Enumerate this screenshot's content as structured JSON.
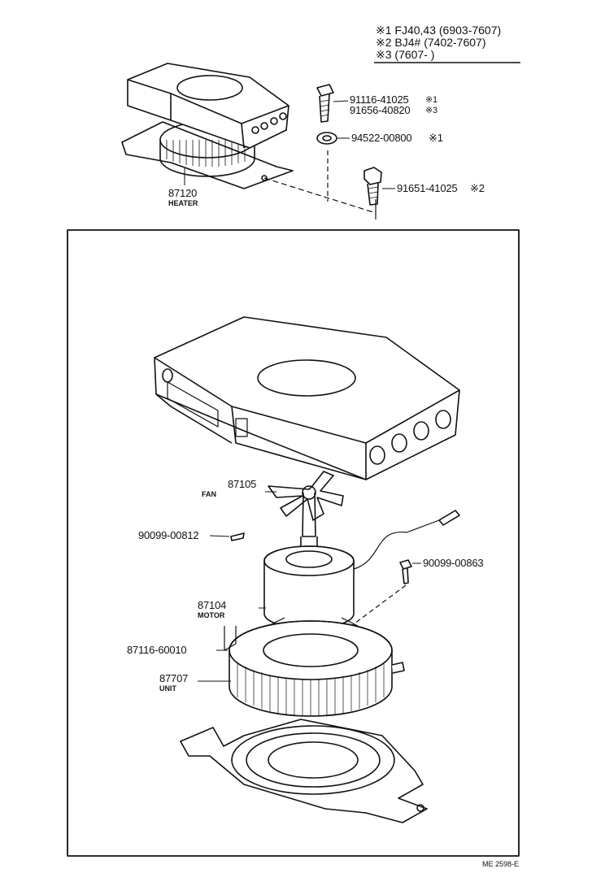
{
  "legend": {
    "lines": [
      "※1 FJ40,43 (6903-7607)",
      "※2 BJ4# (7402-7607)",
      "※3 (7607-          )"
    ]
  },
  "parts": {
    "heater": {
      "number": "87120",
      "name": "HEATER"
    },
    "bolt1": {
      "number": "91116-41025",
      "note": "※1"
    },
    "bolt2": {
      "number": "91656-40820",
      "note": "※3"
    },
    "washer": {
      "number": "94522-00800",
      "note": "※1"
    },
    "bolt3": {
      "number": "91651-41025",
      "note": "※2"
    },
    "fan": {
      "number": "87105",
      "name": "FAN"
    },
    "screw1": {
      "number": "90099-00812"
    },
    "screw2": {
      "number": "90099-00863"
    },
    "motor": {
      "number": "87104",
      "name": "MOTOR"
    },
    "bracket": {
      "number": "87116-60010"
    },
    "unit": {
      "number": "87707",
      "name": "UNIT"
    }
  },
  "footer": {
    "code": "ME 2598-E"
  }
}
